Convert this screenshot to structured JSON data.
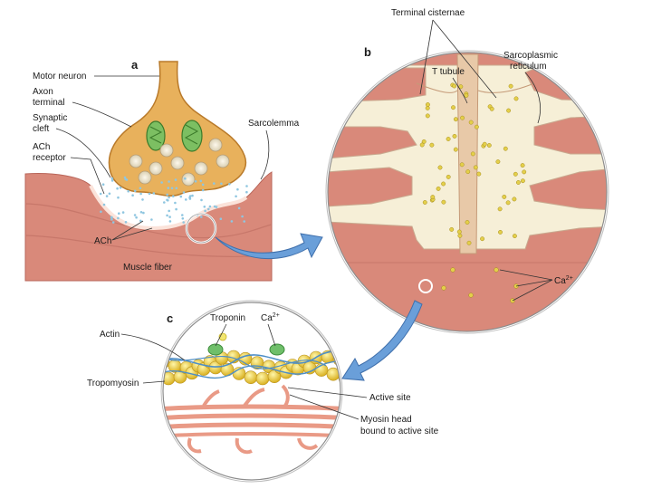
{
  "panels": {
    "a": "a",
    "b": "b",
    "c": "c"
  },
  "labels": {
    "motor_neuron": "Motor neuron",
    "axon_terminal_1": "Axon",
    "axon_terminal_2": "terminal",
    "synaptic_cleft_1": "Synaptic",
    "synaptic_cleft_2": "cleft",
    "ach_receptor_1": "ACh",
    "ach_receptor_2": "receptor",
    "sarcolemma": "Sarcolemma",
    "ach": "ACh",
    "muscle_fiber": "Muscle fiber",
    "terminal_cisternae": "Terminal cisternae",
    "t_tubule": "T tubule",
    "sarcoplasmic_1": "Sarcoplasmic",
    "sarcoplasmic_2": "reticulum",
    "calcium": "Ca",
    "calcium_sup": "2+",
    "troponin": "Troponin",
    "ca_c": "Ca",
    "ca_c_sup": "2+",
    "actin": "Actin",
    "tropomyosin": "Tropomyosin",
    "active_site": "Active site",
    "myosin_1": "Myosin head",
    "myosin_2": "bound to active site"
  },
  "colors": {
    "muscle": "#d9897a",
    "muscle_dark": "#b9665a",
    "neuron": "#e8b15c",
    "neuron_dark": "#b97a2a",
    "reticulum": "#f6efd7",
    "calcium": "#d8c23a",
    "actin": "#f0d23a",
    "tropomyosin": "#4d8ec7",
    "troponin": "#6fbf6a",
    "myosin": "#e99a86",
    "arrow": "#6a9fd9",
    "vesicle": "#8fc6e0"
  }
}
